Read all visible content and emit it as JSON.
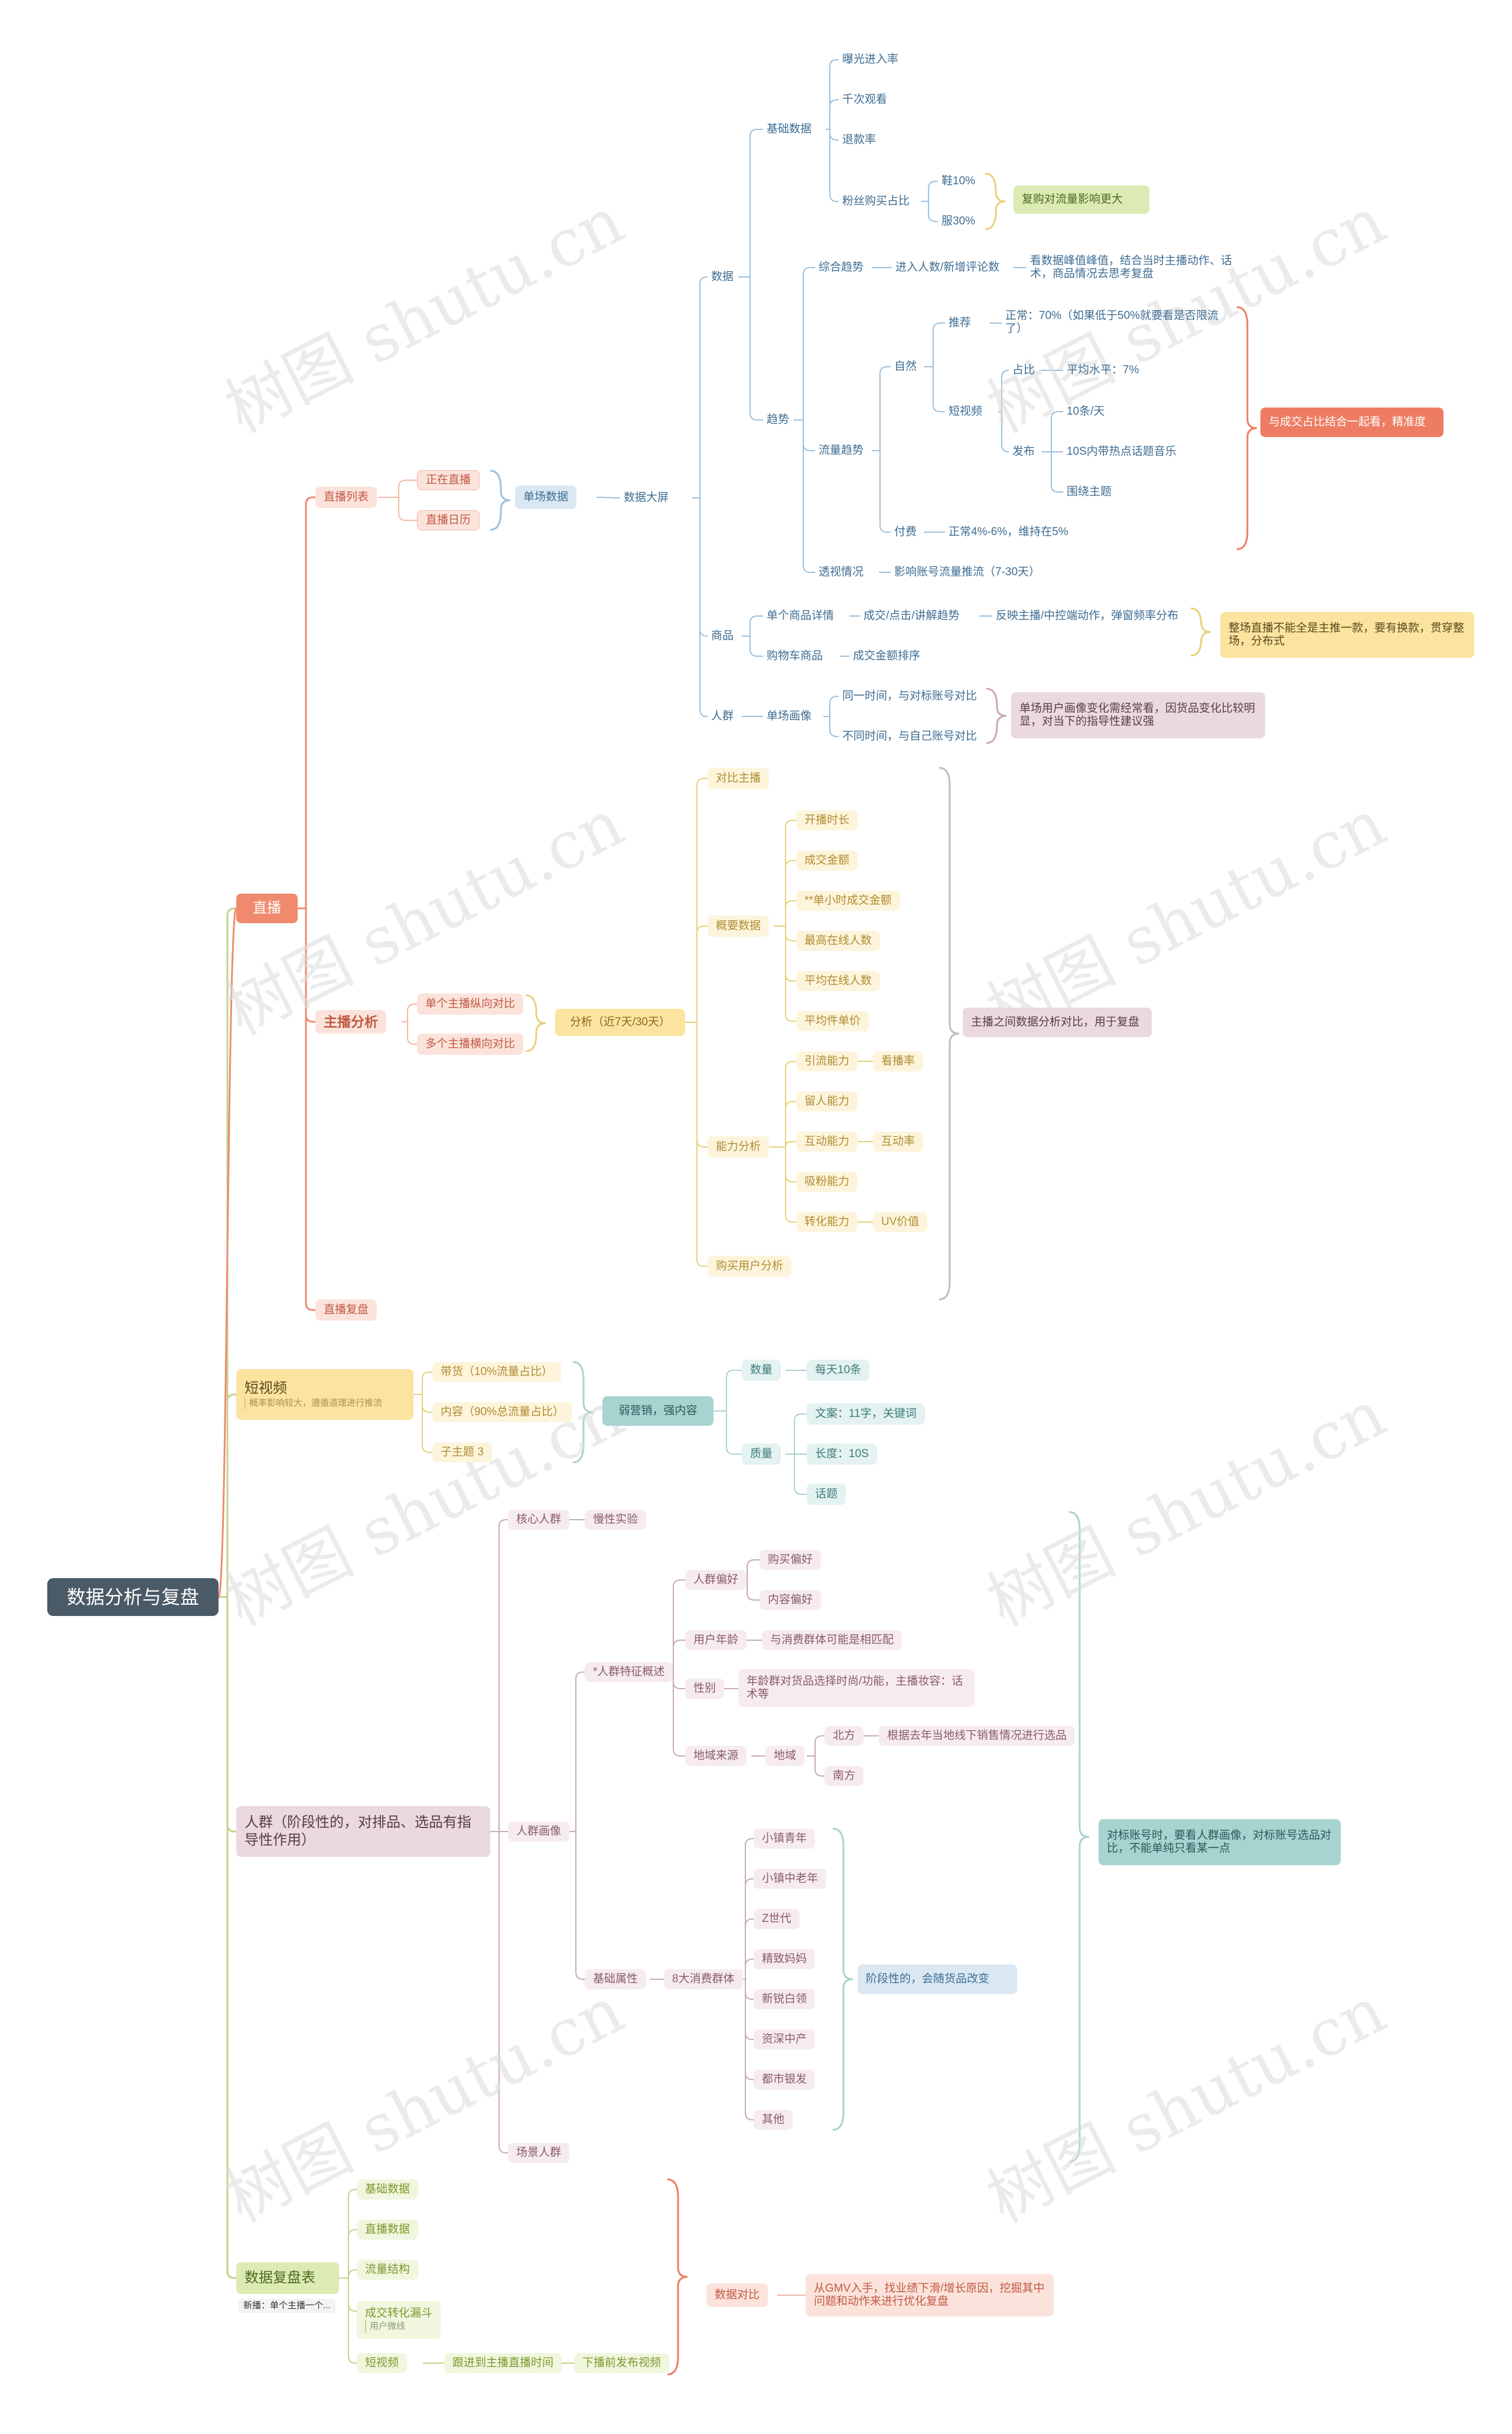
{
  "root": "数据分析与复盘",
  "watermark": "树图 shutu.cn",
  "colors": {
    "root": "#4a5a67",
    "live": "#ef8a6f",
    "live_soft": "#fbe3dc",
    "blue": "#8fb7d6",
    "blue_soft": "#dbe8f3",
    "yellow": "#f2d27a",
    "yellow_soft": "#fbefcb",
    "green_soft": "#dcebb3",
    "teal": "#a7d3d0",
    "teal_soft": "#e4f2f1",
    "mauve": "#c9a9b8",
    "mauve_soft": "#ead9df",
    "lime": "#c2d38b",
    "red_box": "#ee7c63"
  },
  "live": {
    "label": "直播",
    "list": {
      "label": "直播列表",
      "live_now": "正在直播",
      "calendar": "直播日历",
      "single": "单场数据",
      "screen": "数据大屏",
      "data": {
        "label": "数据",
        "basic": "基础数据",
        "exposure": "曝光进入率",
        "kview": "千次观看",
        "bounce": "退款率",
        "fans": "粉丝购买占比",
        "shoes": "鞋10%",
        "clothes": "服30%",
        "fans_note": "复购对流量影响更大",
        "trend": "趋势",
        "overall": "综合趋势",
        "enter": "进入人数/新增评论数",
        "enter_note": "看数据峰值峰值，结合当时主播动作、话术，商品情况去思考复盘",
        "flow": "流量趋势",
        "natural": "自然",
        "recommend": "推荐",
        "normal": "正常：70%（如果低于50%就要看是否限流了）",
        "ratio": "占比",
        "avg": "平均水平：7%",
        "short": "短视频",
        "perday": "10条/天",
        "publish": "发布",
        "hot": "10S内带热点话题音乐",
        "theme": "围绕主题",
        "paid": "付费",
        "paid_norm": "正常4%-6%，维持在5%",
        "flow_note": "与成交占比结合一起看，精准度",
        "penetrate": "透视情况",
        "penetrate_note": "影响账号流量推流（7-30天）"
      },
      "goods": {
        "label": "商品",
        "detail": "单个商品详情",
        "deal": "成交/点击/讲解趋势",
        "reflect": "反映主播/中控端动作，弹窗频率分布",
        "cart": "购物车商品",
        "rank": "成交金额排序",
        "note": "整场直播不能全是主推一款，要有换款，贯穿整场，分布式"
      },
      "crowd": {
        "label": "人群",
        "portrait": "单场画像",
        "same": "同一时间，与对标账号对比",
        "diff": "不同时间，与自己账号对比",
        "note": "单场用户画像变化需经常看，因货品变化比较明显，对当下的指导性建议强"
      }
    },
    "anchor": {
      "label": "主播分析",
      "vertical": "单个主播纵向对比",
      "horizontal": "多个主播横向对比",
      "period": "分析（近7天/30天）",
      "compare": "对比主播",
      "overview": "概要数据",
      "ov_items": [
        "开播时长",
        "成交金额",
        "**单小时成交金额",
        "最高在线人数",
        "平均在线人数",
        "平均件单价"
      ],
      "ability": "能力分析",
      "ab_items": [
        "引流能力",
        "留人能力",
        "互动能力",
        "吸粉能力",
        "转化能力"
      ],
      "ab_notes": [
        "看播率",
        "互动率",
        "UV价值"
      ],
      "buyer": "购买用户分析",
      "note": "主播之间数据分析对比，用于复盘"
    },
    "review": "直播复盘"
  },
  "short": {
    "label": "短视频",
    "sub": "概率影响较大，遵循道理进行推流",
    "goods": "带货（10%流量占比）",
    "content": "内容（90%总流量占比）",
    "sub3": "子主题 3",
    "weak": "弱营销，强内容",
    "count": "数量",
    "daily": "每天10条",
    "quality": "质量",
    "text": "文案：11字，关键词",
    "length": "长度：10S",
    "topic": "话题"
  },
  "crowd": {
    "label": "人群（阶段性的，对排品、选品有指导性作用）",
    "core": "核心人群",
    "slow": "慢性实验",
    "portrait": "人群画像",
    "feature": "*人群特征概述",
    "pref": "人群偏好",
    "buy_pref": "购买偏好",
    "content_pref": "内容偏好",
    "age": "用户年龄",
    "age_note": "与消费群体可能是相匹配",
    "gender": "性别",
    "gender_note": "年龄群对货品选择时尚/功能，主播妆容：话术等",
    "region_src": "地域来源",
    "region": "地域",
    "north": "北方",
    "north_note": "根据去年当地线下销售情况进行选品",
    "south": "南方",
    "basic": "基础属性",
    "groups": "8大消费群体",
    "group_items": [
      "小镇青年",
      "小镇中老年",
      "Z世代",
      "精致妈妈",
      "新锐白领",
      "资深中产",
      "都市银发",
      "其他"
    ],
    "group_note": "阶段性的，会随货品改变",
    "scene": "场景人群",
    "note": "对标账号时，要看人群画像，对标账号选品对比，不能单纯只看某一点"
  },
  "review": {
    "label": "数据复盘表",
    "sub": "新播：单个主播一个...",
    "items": [
      "基础数据",
      "直播数据",
      "流量结构"
    ],
    "funnel": "成交转化漏斗",
    "funnel_sub": "用户微线",
    "video": "短视频",
    "follow": "跟进到主播直播时间",
    "pre": "下播前发布视频",
    "compare": "数据对比",
    "compare_note": "从GMV入手，找业绩下滑/增长原因，挖掘其中问题和动作来进行优化复盘"
  }
}
